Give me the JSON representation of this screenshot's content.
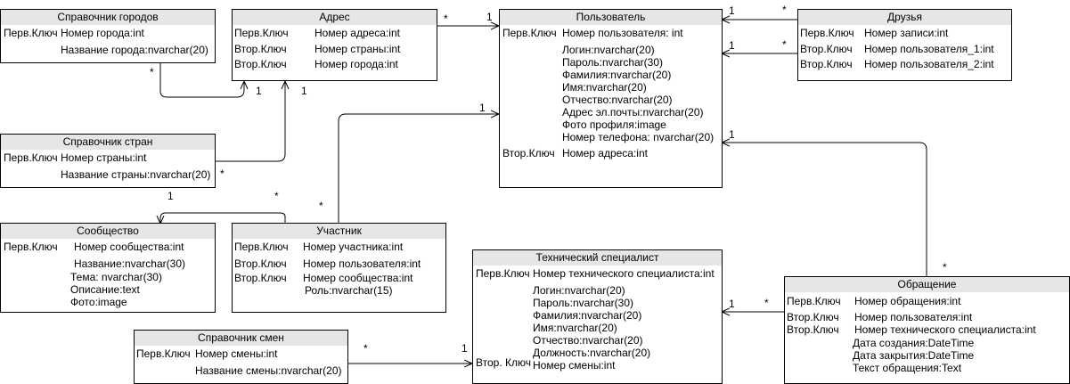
{
  "entities": {
    "cities": {
      "title": "Справочник городов",
      "keys": [
        "Перв.Ключ"
      ],
      "fields": [
        "Номер города:int",
        "Название города:nvarchar(20)"
      ]
    },
    "address": {
      "title": "Адрес",
      "keys": [
        "Перв.Ключ",
        "Втор.Ключ",
        "Втор.Ключ"
      ],
      "fields": [
        "Номер адреса:int",
        "Номер страны:int",
        "Номер города:int"
      ]
    },
    "user": {
      "title": "Пользователь",
      "keys": [
        "Перв.Ключ",
        "Втор.Ключ"
      ],
      "fields": [
        "Номер пользователя: int",
        "Логин:nvarchar(20)",
        "Пароль:nvarchar(30)",
        "Фамилия:nvarchar(20)",
        "Имя:nvarchar(20)",
        "Отчество:nvarchar(20)",
        "Адрес эл.почты:nvarchar(20)",
        "Фото профиля:image",
        "Номер телефона: nvarchar(20)",
        "Номер адреса:int"
      ]
    },
    "friends": {
      "title": "Друзья",
      "keys": [
        "Перв.Ключ",
        "Втор.Ключ",
        "Втор.Ключ"
      ],
      "fields": [
        "Номер записи:int",
        "Номер пользователя_1:int",
        "Номер пользователя_2:int"
      ]
    },
    "countries": {
      "title": "Справочник стран",
      "keys": [
        "Перв.Ключ"
      ],
      "fields": [
        "Номер страны:int",
        "Название страны:nvarchar(20)"
      ]
    },
    "community": {
      "title": "Сообщество",
      "keys": [
        "Перв.Ключ"
      ],
      "fields": [
        "Номер сообщества:int",
        "Название:nvarchar(30)",
        "Тема: nvarchar(30)",
        "Описание:text",
        "Фото:image"
      ]
    },
    "participant": {
      "title": "Участник",
      "keys": [
        "Перв.Ключ",
        "Втор.Ключ",
        "Втор.Ключ"
      ],
      "fields": [
        "Номер участника:int",
        "Номер пользователя:int",
        "Номер сообщества:int",
        "Роль:nvarchar(15)"
      ]
    },
    "tech": {
      "title": "Технический специалист",
      "keys": [
        "Перв.Ключ",
        "Втор. Ключ"
      ],
      "fields": [
        "Номер технического специалиста:int",
        "Логин:nvarchar(20)",
        "Пароль:nvarchar(30)",
        "Фамилия:nvarchar(20)",
        "Имя:nvarchar(20)",
        "Отчество:nvarchar(20)",
        "Должность:nvarchar(20)",
        "Номер смены:int"
      ]
    },
    "shifts": {
      "title": "Справочник смен",
      "keys": [
        "Перв.Ключ"
      ],
      "fields": [
        "Номер смены:int",
        "Название смены:nvarchar(20)"
      ]
    },
    "request": {
      "title": "Обращение",
      "keys": [
        "Перв.Ключ",
        "Втор.Ключ",
        "Втор.Ключ"
      ],
      "fields": [
        "Номер обращения:int",
        "Номер пользователя:int",
        "Номер технического специалиста:int",
        "Дата создания:DateTime",
        "Дата закрытия:DateTime",
        "Текст обращения:Text"
      ]
    }
  },
  "multiplicity": {
    "one": "1",
    "many": "*"
  }
}
